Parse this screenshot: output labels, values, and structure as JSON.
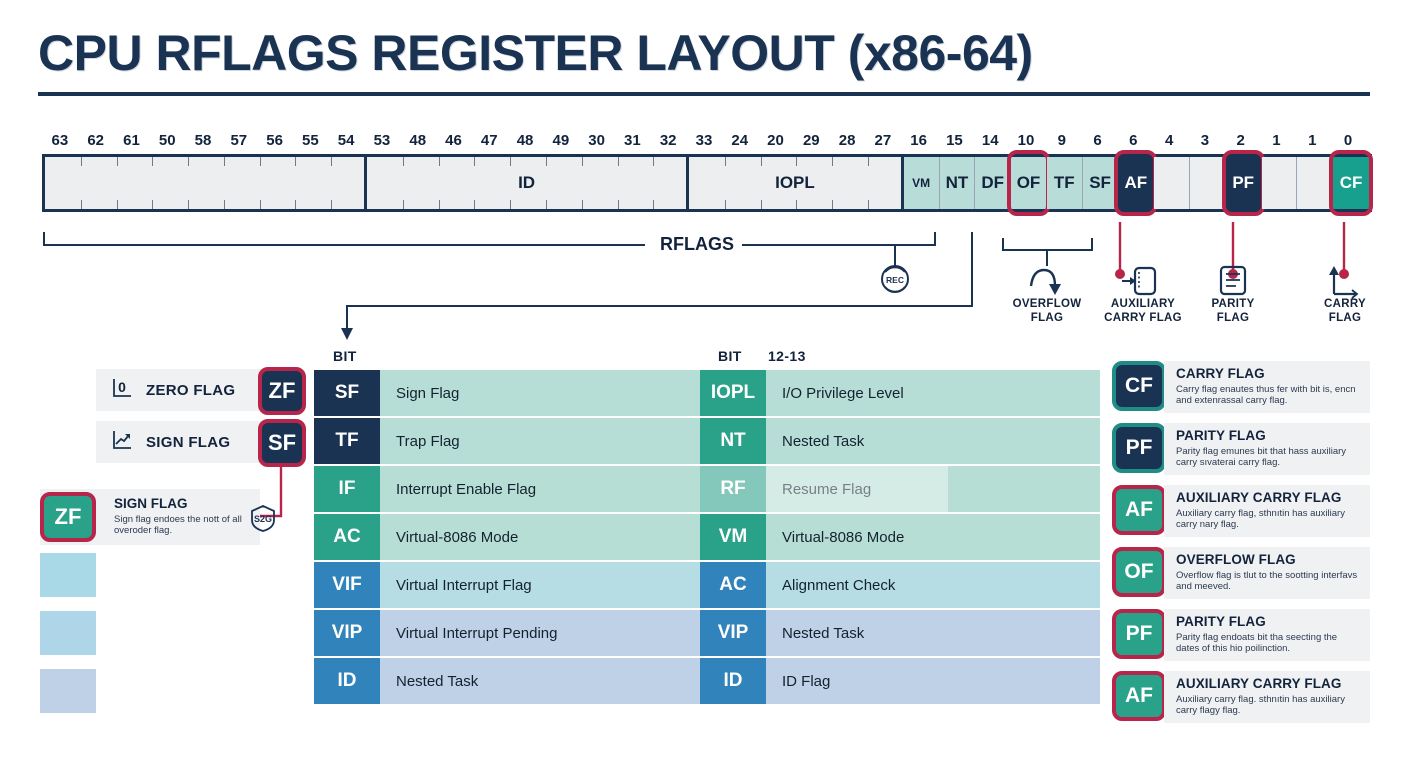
{
  "title": "CPU RFLAGS REGISTER LAYOUT (x86-64)",
  "register": {
    "bit_numbers": [
      "63",
      "62",
      "61",
      "50",
      "58",
      "57",
      "56",
      "55",
      "54",
      "53",
      "48",
      "46",
      "47",
      "48",
      "49",
      "30",
      "31",
      "32",
      "33",
      "24",
      "20",
      "29",
      "28",
      "27",
      "16",
      "15",
      "14",
      "10",
      "9",
      "6",
      "6",
      "4",
      "3",
      "2",
      "1",
      "1",
      "0"
    ],
    "cells": [
      {
        "label": "",
        "style": "plain",
        "span": 9,
        "group_end": true
      },
      {
        "label": "ID",
        "style": "plain",
        "span": 9,
        "group_end": true
      },
      {
        "label": "IOPL",
        "style": "plain",
        "span": 6,
        "group_end": true
      },
      {
        "label": "VM",
        "style": "teal",
        "span": 1,
        "small": true
      },
      {
        "label": "NT",
        "style": "teal",
        "span": 1
      },
      {
        "label": "DF",
        "style": "teal",
        "span": 1
      },
      {
        "label": "OF",
        "style": "teal",
        "span": 1,
        "highlight": true
      },
      {
        "label": "TF",
        "style": "teal",
        "span": 1
      },
      {
        "label": "SF",
        "style": "teal",
        "span": 1
      },
      {
        "label": "AF",
        "style": "navy",
        "span": 1,
        "highlight": true
      },
      {
        "label": "",
        "style": "plain",
        "span": 1
      },
      {
        "label": "",
        "style": "plain",
        "span": 1
      },
      {
        "label": "PF",
        "style": "navy",
        "span": 1,
        "highlight": true
      },
      {
        "label": "",
        "style": "plain",
        "span": 1
      },
      {
        "label": "",
        "style": "plain",
        "span": 1
      },
      {
        "label": "CF",
        "style": "green",
        "span": 1,
        "highlight": true
      }
    ],
    "rflags_bracket_label": "RFLAGS",
    "rec_icon_label": "REC"
  },
  "annotations": [
    {
      "name": "overflow-flag",
      "label": "OVERFLOW\nFLAG",
      "icon": "overflow-curve-icon"
    },
    {
      "name": "auxiliary-carry-flag",
      "label": "AUXILIARY\nCARRY FLAG",
      "icon": "auxiliary-card-icon"
    },
    {
      "name": "parity-flag",
      "label": "PARITY\nFLAG",
      "icon": "parity-lines-icon"
    },
    {
      "name": "carry-flag",
      "label": "CARRY\nFLAG",
      "icon": "carry-arrow-icon"
    }
  ],
  "left_cards": [
    {
      "label": "ZERO FLAG",
      "badge": "ZF",
      "badge_style": "navy",
      "icon": "zero-axis-icon"
    },
    {
      "label": "SIGN FLAG",
      "badge": "SF",
      "badge_style": "navy",
      "icon": "trend-up-icon"
    }
  ],
  "zf_detail": {
    "badge": "ZF",
    "title": "SIGN FLAG",
    "desc": "Sign flag endoes the nott of all overoder flag.",
    "shield_text": "S2G",
    "shield_icon": "shield-icon"
  },
  "left_blocks": [
    {
      "color": "#a9d8e6"
    },
    {
      "color": "#aed6e8"
    },
    {
      "color": "#bed1e6"
    }
  ],
  "table1": {
    "head_bit": "BIT",
    "head_range": "",
    "rows": [
      {
        "key": "SF",
        "name": "Sign Flag",
        "key_style": "k-navy",
        "val_style": "v-t1"
      },
      {
        "key": "TF",
        "name": "Trap Flag",
        "key_style": "k-navy",
        "val_style": "v-t1"
      },
      {
        "key": "IF",
        "name": "Interrupt Enable Flag",
        "key_style": "k-teal",
        "val_style": "v-t2"
      },
      {
        "key": "AC",
        "name": "Virtual-8086 Mode",
        "key_style": "k-teal",
        "val_style": "v-t2"
      },
      {
        "key": "VIF",
        "name": "Virtual Interrupt Flag",
        "key_style": "k-blue",
        "val_style": "v-b1"
      },
      {
        "key": "VIP",
        "name": "Virtual Interrupt Pending",
        "key_style": "k-blue",
        "val_style": "v-b2"
      },
      {
        "key": "ID",
        "name": "Nested Task",
        "key_style": "k-blue",
        "val_style": "v-b2"
      }
    ]
  },
  "table2": {
    "head_bit": "BIT",
    "head_range": "12-13",
    "rows": [
      {
        "key": "IOPL",
        "name": "I/O Privilege Level",
        "key_style": "k-teal",
        "val_style": "v-t1"
      },
      {
        "key": "NT",
        "name": "Nested Task",
        "key_style": "k-teal",
        "val_style": "v-t1"
      },
      {
        "key": "RF",
        "name": "Resume Flag",
        "key_style": "k-teal",
        "val_style": "v-t2",
        "highlight": true
      },
      {
        "key": "VM",
        "name": "Virtual-8086 Mode",
        "key_style": "k-teal",
        "val_style": "v-t2"
      },
      {
        "key": "AC",
        "name": "Alignment Check",
        "key_style": "k-blue",
        "val_style": "v-b1"
      },
      {
        "key": "VIP",
        "name": "Nested Task",
        "key_style": "k-blue",
        "val_style": "v-b2"
      },
      {
        "key": "ID",
        "name": "ID Flag",
        "key_style": "k-blue",
        "val_style": "v-b2"
      }
    ]
  },
  "right_cards": [
    {
      "badge": "CF",
      "badge_style": "navy",
      "title": "CARRY FLAG",
      "desc": "Carry flag enautes thus fer with bit is, encn and extenrassal carry flag."
    },
    {
      "badge": "PF",
      "badge_style": "navy",
      "title": "PARITY FLAG",
      "desc": "Parity flag emunes bit that hass auxiliary carry sıvaterai carry flag."
    },
    {
      "badge": "AF",
      "badge_style": "green",
      "title": "AUXILIARY CARRY FLAG",
      "desc": "Auxiliary carry flag, sthnıtin has auxiliary carry nary flag."
    },
    {
      "badge": "OF",
      "badge_style": "green",
      "title": "OVERFLOW FLAG",
      "desc": "Overflow flag is tlut to the sootting interfavs and meeved."
    },
    {
      "badge": "PF",
      "badge_style": "green",
      "title": "PARITY FLAG",
      "desc": "Parity flag endoats bit tha seecting the dates of this hio poilinction."
    },
    {
      "badge": "AF",
      "badge_style": "green",
      "title": "AUXILIARY CARRY FLAG",
      "desc": "Auxiliary carry flag. sthnıtin has auxiliary carry flagy flag."
    }
  ],
  "colors": {
    "navy": "#1b3353",
    "teal_cell": "#b8ddd8",
    "green": "#17a08d",
    "crimson": "#b8254a",
    "blue": "#3183bb"
  }
}
